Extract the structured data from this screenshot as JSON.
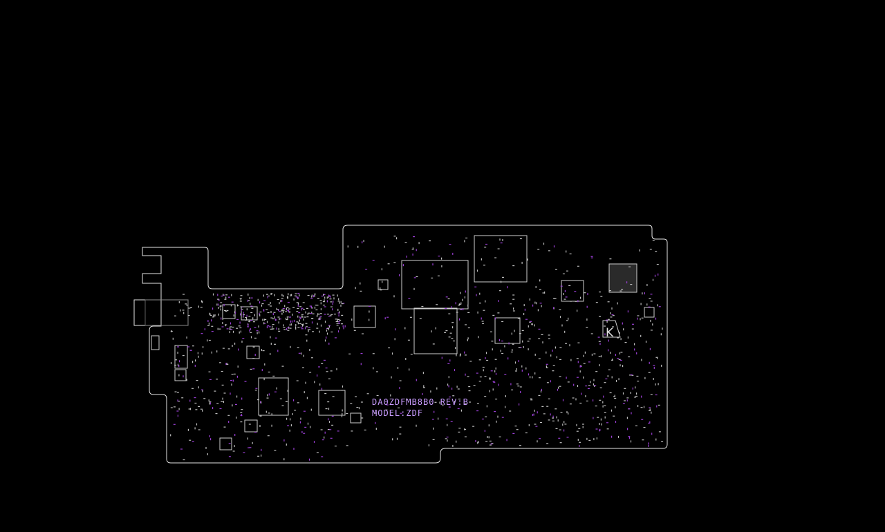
{
  "board": {
    "part_number": "DA0ZDFMB8B0 REV:B",
    "model": "MODEL:ZDF",
    "marker": "K"
  },
  "colors": {
    "background": "#000000",
    "outline": "#e6e6e6",
    "silkscreen": "#c89bff",
    "pads": "#bfbfbf",
    "vias": "#9b3fd6"
  }
}
